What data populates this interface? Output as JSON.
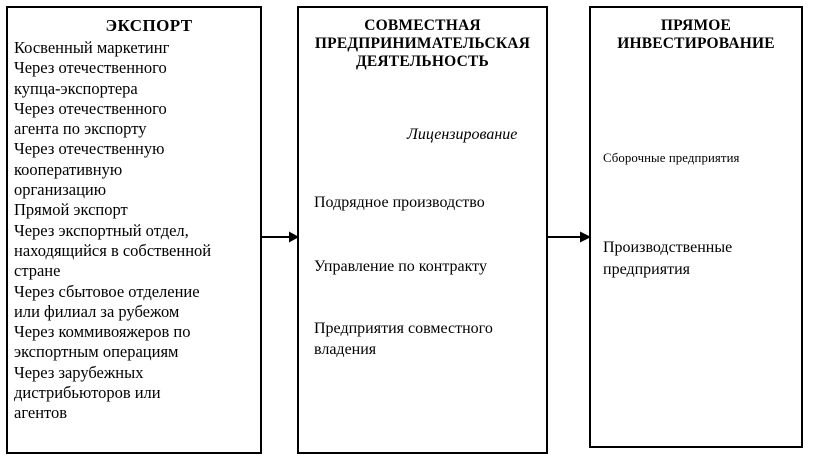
{
  "diagram": {
    "colors": {
      "stroke": "#000000",
      "background": "#ffffff",
      "text": "#000000"
    },
    "boxes": [
      {
        "id": "export",
        "title": "ЭКСПОРТ",
        "items": [
          "Косвенный маркетинг",
          "Через отечественного\nкупца-экспортера",
          "Через отечественного\nагента по экспорту",
          "Через отечественную\nкооперативную\nорганизацию",
          "Прямой экспорт",
          "Через экспортный отдел,\nнаходящийся в собственной\nстране",
          "Через сбытовое отделение\nили филиал за рубежом",
          "Через коммивояжеров по\nэкспортным операциям",
          "Через зарубежных\nдистрибьюторов или\nагентов"
        ]
      },
      {
        "id": "joint-venture",
        "title": "СОВМЕСТНАЯ\nПРЕДПРИНИМАТЕЛЬСКАЯ\nДЕЯТЕЛЬНОСТЬ",
        "items": [
          "Лицензирование",
          "Подрядное производство",
          "Управление по контракту",
          "Предприятия совместного\nвладения"
        ]
      },
      {
        "id": "direct-investment",
        "title": "ПРЯМОЕ\nИНВЕСТИРОВАНИЕ",
        "items": [
          "Сборочные предприятия",
          "Производственные\nпредприятия"
        ]
      }
    ],
    "arrows": [
      {
        "id": "export-to-joint-venture",
        "direction": "right"
      },
      {
        "id": "joint-venture-to-direct-investment",
        "direction": "right"
      }
    ]
  }
}
